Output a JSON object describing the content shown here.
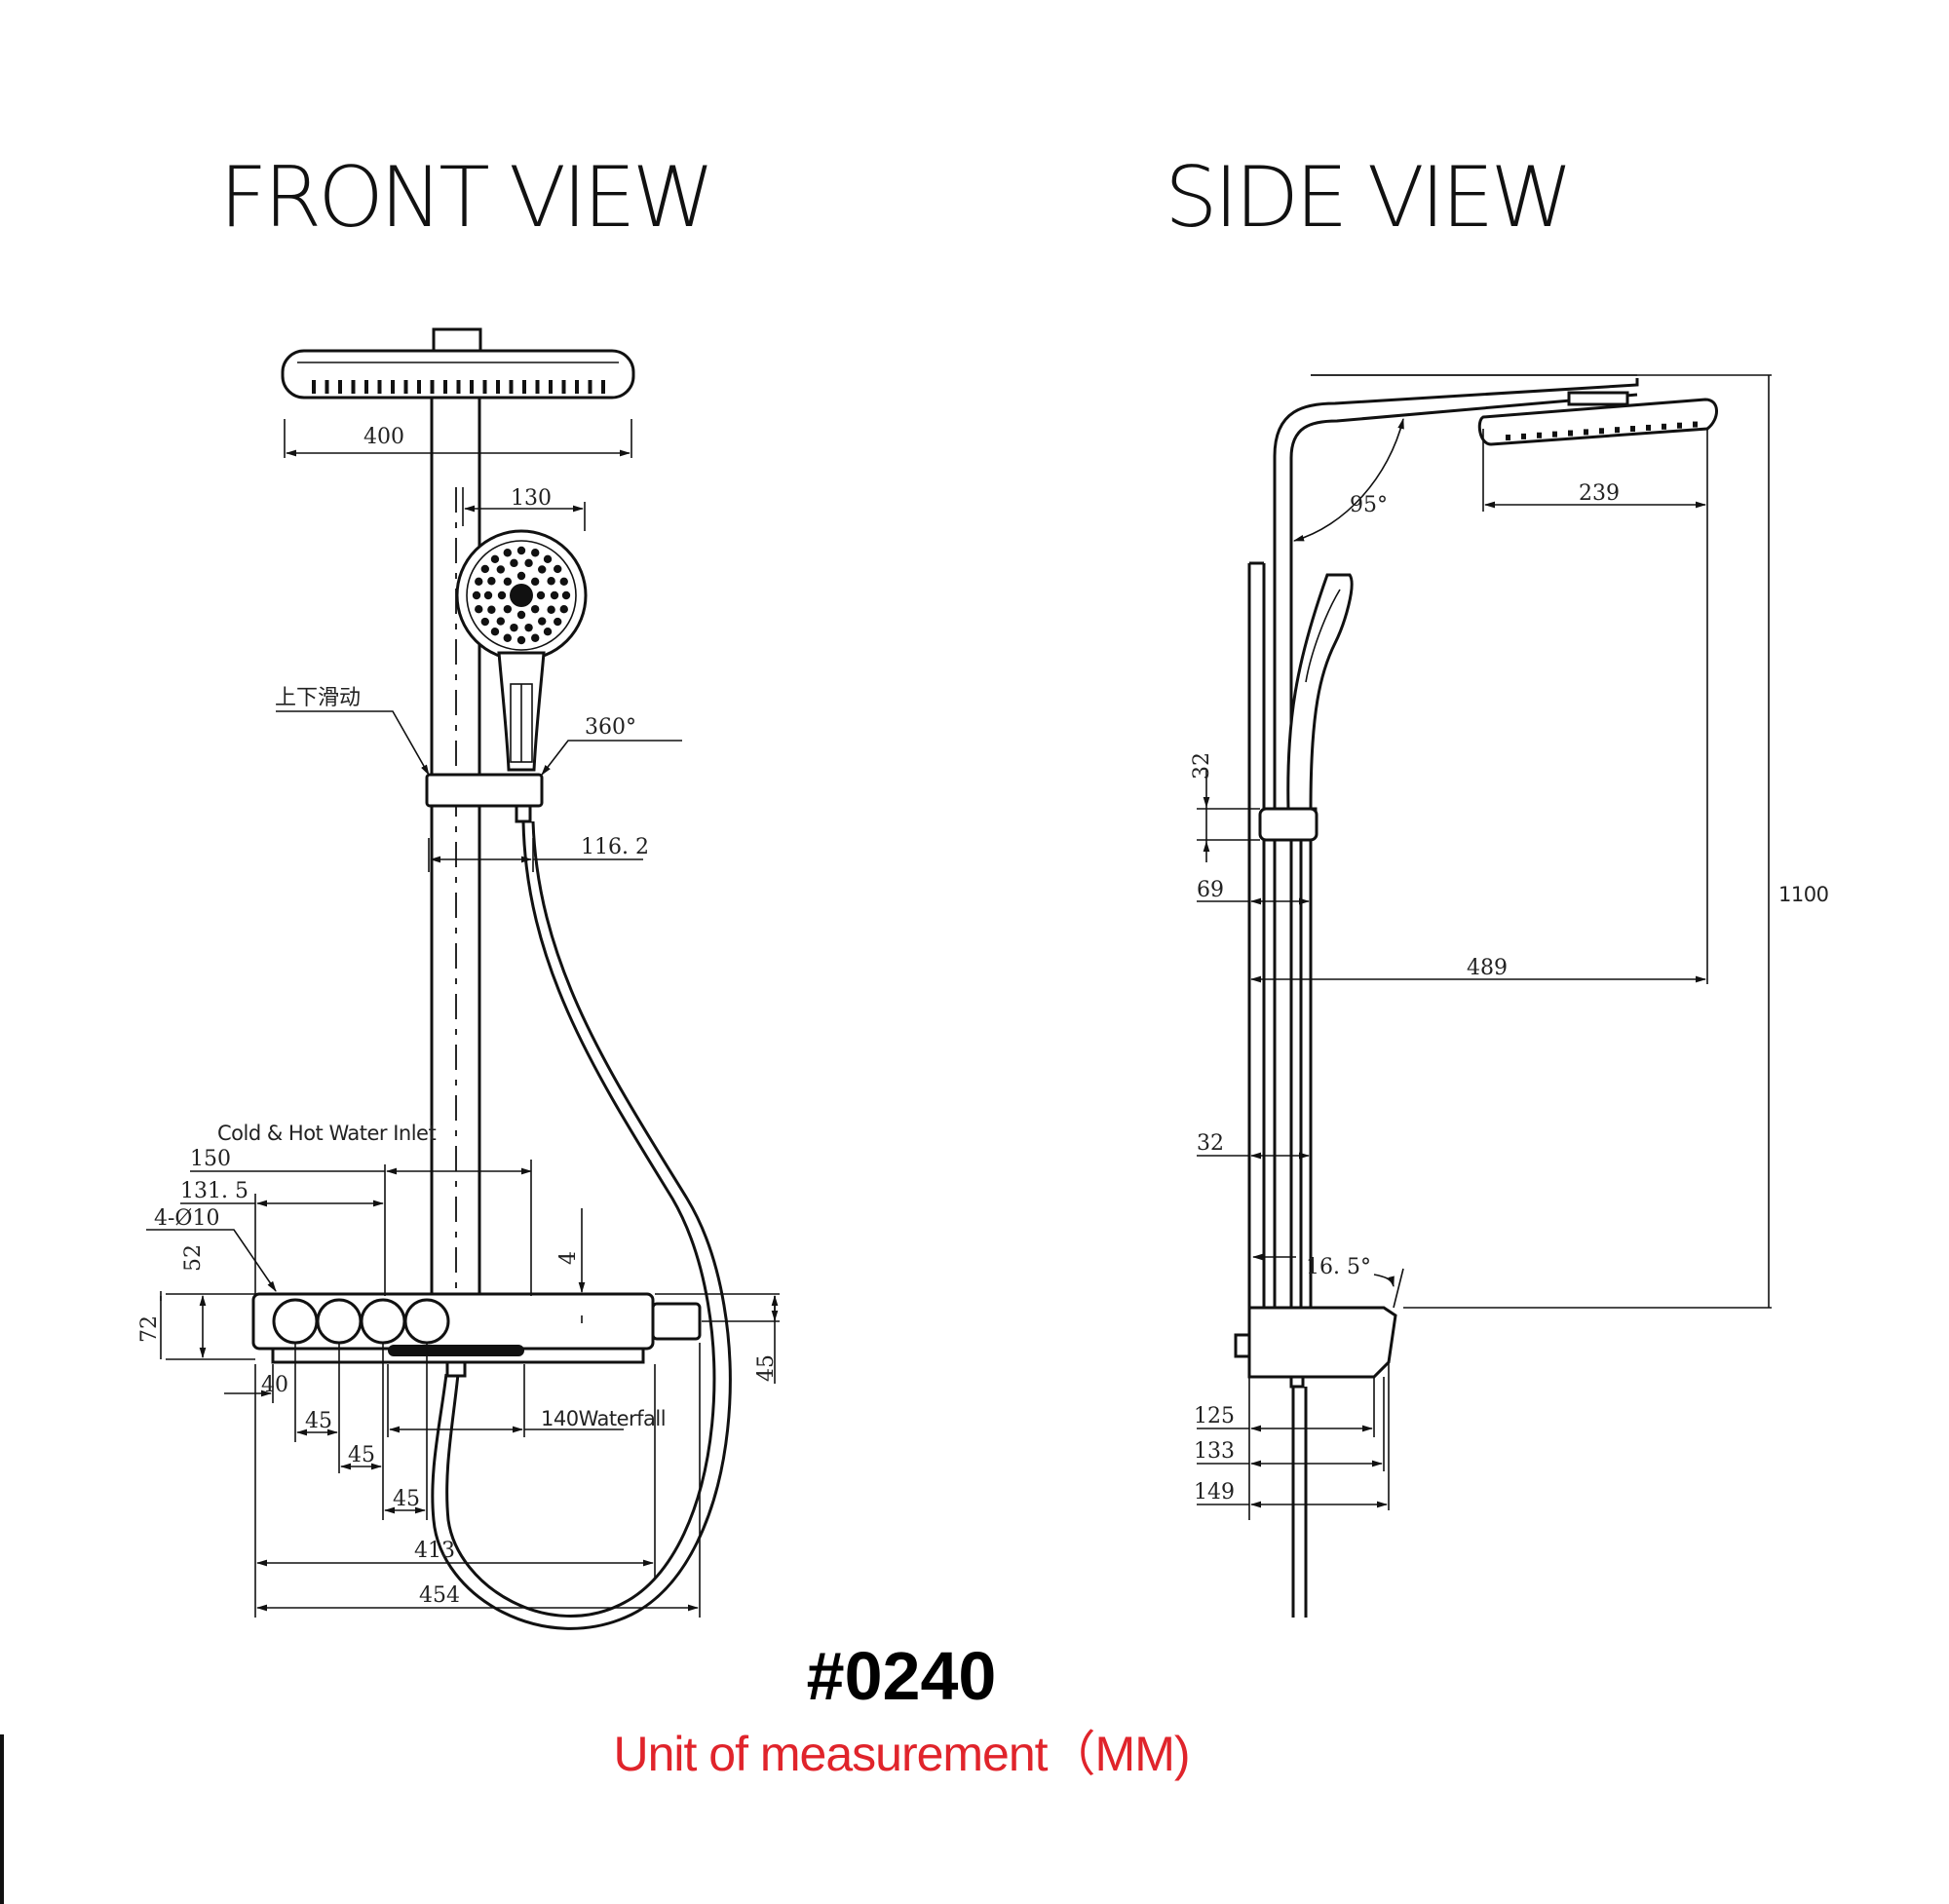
{
  "titles": {
    "front": "FRONT VIEW",
    "side": "SIDE VIEW"
  },
  "front_view": {
    "dim_400": "400",
    "dim_130": "130",
    "label_slide": "上下滑动",
    "dim_360": "360°",
    "dim_116_2": "116. 2",
    "label_inlet": "Cold & Hot Water Inlet",
    "dim_150": "150",
    "dim_131_5": "131. 5",
    "dim_hole": "4-Ø10",
    "dim_52": "52",
    "dim_72": "72",
    "dim_4": "4",
    "dim_45_right": "45",
    "dim_40": "40",
    "dim_45_a": "45",
    "dim_45_b": "45",
    "dim_45_c": "45",
    "dim_140": "140Waterfall",
    "dim_413": "413",
    "dim_454": "454"
  },
  "side_view": {
    "dim_95": "95°",
    "dim_239": "239",
    "dim_1100": "1100",
    "dim_32_top": "32",
    "dim_69": "69",
    "dim_489": "489",
    "dim_32_mid": "32",
    "dim_16_5": "16. 5°",
    "dim_125": "125",
    "dim_133": "133",
    "dim_149": "149"
  },
  "footer": {
    "model": "#0240",
    "unit": "Unit of measurement（MM)"
  },
  "colors": {
    "line": "#111111",
    "unit_text": "#e0242b"
  }
}
